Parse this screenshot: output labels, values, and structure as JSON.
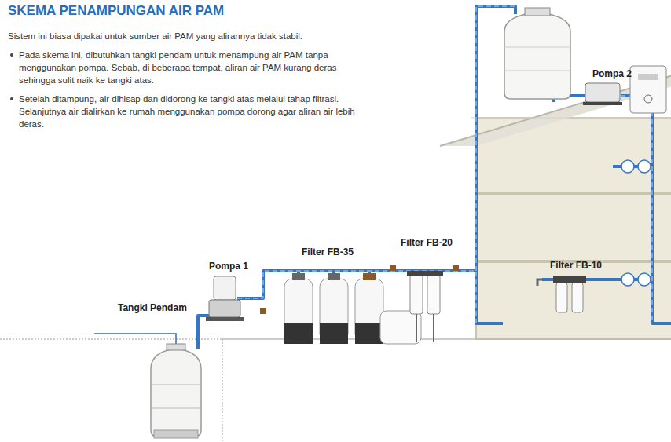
{
  "diagram": {
    "title": "SKEMA PENAMPUNGAN AIR PAM",
    "labels": [
      "Sistem ini biasa dipakai untuk sumber air PAM yang alirannya tidak stabil.",
      "Pada skema ini, dibutuhkan tangki pendam untuk menampung air PAM tanpa menggunakan pompa. Sebab, di beberapa tempat, aliran air PAM kurang deras sehingga sulit naik ke tangki atas.",
      "Setelah ditampung, air dihisap dan didorong ke tangki atas melalui tahap filtrasi. Selanjutnya air dialirkan ke rumah menggunakan pompa dorong agar aliran air lebih deras.",
      "Pompa 2",
      "Filter FB-20",
      "Filter FB-35",
      "Pompa 1",
      "Tangki Pendam",
      "Filter FB-10"
    ]
  }
}
